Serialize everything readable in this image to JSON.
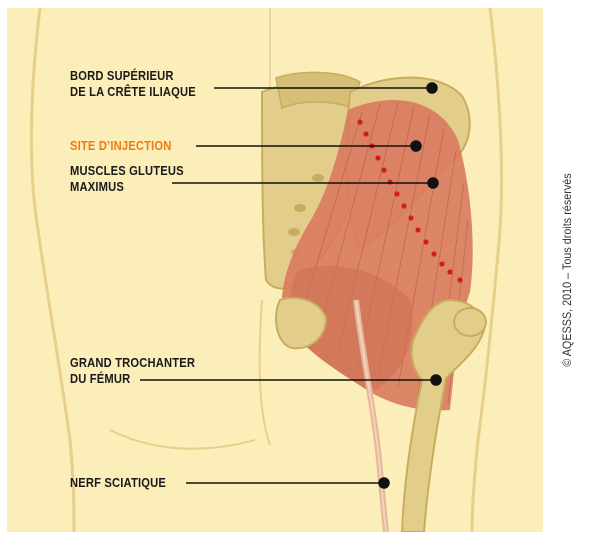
{
  "colors": {
    "background": "#ffffff",
    "panel": "#fbeeb8",
    "skin_edge": "#e7cf8c",
    "bone": "#e2cd8b",
    "bone_shadow": "#c9ad5f",
    "muscle": "#d97a5e",
    "muscle_line": "#b35a44",
    "injection_dot": "#cc1f1f",
    "label_text": "#1a1a1a",
    "highlight_text": "#f07a12",
    "pointer": "#111111"
  },
  "labels": {
    "crest_line1": "BORD SUPÉRIEUR",
    "crest_line2": "DE LA CRÊTE ILIAQUE",
    "injection_site": "SITE D’INJECTION",
    "gluteus_line1": "MUSCLES GLUTEUS",
    "gluteus_line2": "MAXIMUS",
    "trochanter_line1": "GRAND TROCHANTER",
    "trochanter_line2": "DU FÉMUR",
    "sciatic": "NERF SCIATIQUE"
  },
  "copyright": "© AQESSS, 2010 – Tous droits réservés"
}
